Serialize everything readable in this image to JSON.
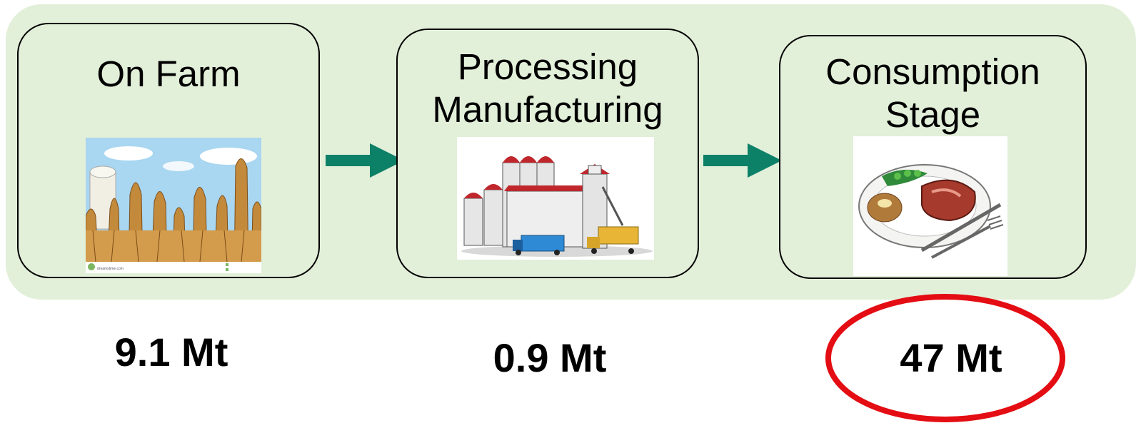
{
  "stages": [
    {
      "title": "On Farm",
      "image": "wheat-field-with-silo",
      "value": "9.1 Mt"
    },
    {
      "title": "Processing\nManufacturing",
      "image": "grain-elevator-factory",
      "value": "0.9 Mt"
    },
    {
      "title": "Consumption\nStage",
      "image": "steak-dinner-plate",
      "value": "47 Mt",
      "highlighted": true
    }
  ],
  "watermark": {
    "line1": "dreamstime.com"
  },
  "colors": {
    "panel": "#e2efd9",
    "arrow": "#0d8168",
    "highlight_ring": "#e30d13"
  },
  "icons": {
    "arrow": "right-arrow-icon",
    "ring": "highlight-ellipse"
  }
}
